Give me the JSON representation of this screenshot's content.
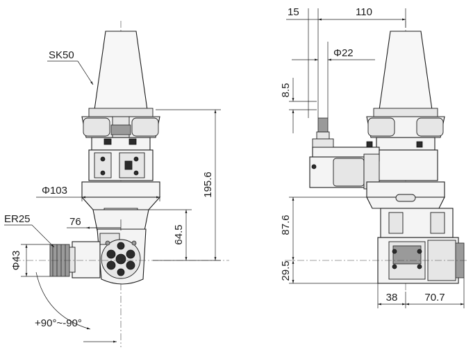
{
  "drawing": {
    "left_view": {
      "taper_label": "SK50",
      "diameter_body_label": "Φ103",
      "diameter_shank_label": "Φ43",
      "collet_label": "ER25",
      "height_total_label": "195.6",
      "height_lower_label": "64.5",
      "offset_label": "76",
      "rotation_label": "+90°~-90°"
    },
    "right_view": {
      "top_offset_label": "15",
      "top_width_label": "110",
      "diameter_label": "Φ22",
      "height_upper_label": "8.5",
      "height_mid_label": "87.6",
      "height_bottom_label": "29.5",
      "width_left_label": "38",
      "width_right_label": "70.7"
    }
  }
}
